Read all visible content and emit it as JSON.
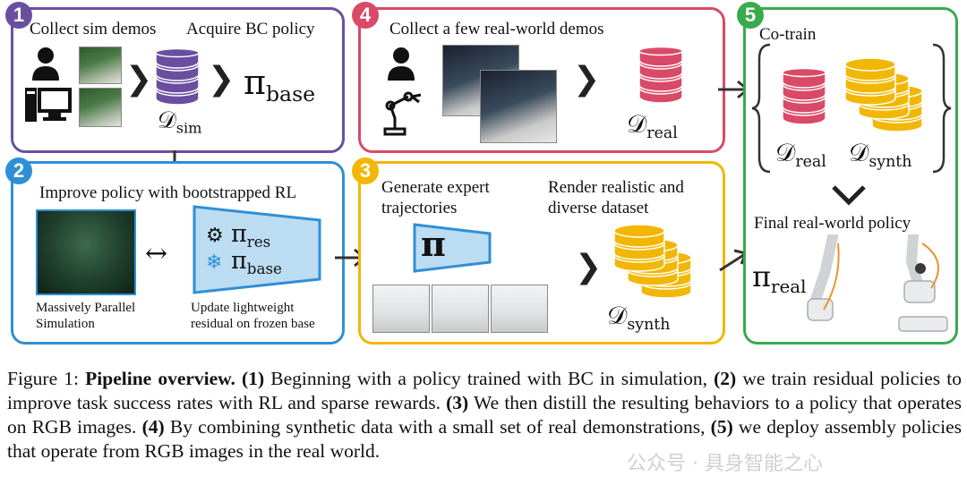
{
  "colors": {
    "purple": "#6a4fa0",
    "blue": "#2f8fd6",
    "yellow": "#f2b705",
    "pink": "#d94a68",
    "green": "#3aaa4c"
  },
  "panel1": {
    "badge": "1",
    "label_collect": "Collect sim demos",
    "label_acquire": "Acquire BC policy",
    "db_label_main": "𝒟",
    "db_label_sub": "sim",
    "policy_main": "π",
    "policy_sub": "base"
  },
  "panel2": {
    "badge": "2",
    "title": "Improve policy with bootstrapped RL",
    "sim_caption_line1": "Massively Parallel",
    "sim_caption_line2": "Simulation",
    "res_main": "π",
    "res_sub": "res",
    "base_main": "π",
    "base_sub": "base",
    "residual_caption_line1": "Update lightweight",
    "residual_caption_line2": "residual on frozen base",
    "swap_symbol": "↔"
  },
  "panel3": {
    "badge": "3",
    "label_generate_line1": "Generate expert",
    "label_generate_line2": "trajectories",
    "label_render_line1": "Render realistic and",
    "label_render_line2": "diverse dataset",
    "policy_symbol": "π",
    "db_label_main": "𝒟",
    "db_label_sub": "synth"
  },
  "panel4": {
    "badge": "4",
    "title": "Collect a few real-world demos",
    "db_label_main": "𝒟",
    "db_label_sub": "real"
  },
  "panel5": {
    "badge": "5",
    "cotrain": "Co-train",
    "real_main": "𝒟",
    "real_sub": "real",
    "synth_main": "𝒟",
    "synth_sub": "synth",
    "final": "Final real-world policy",
    "policy_main": "π",
    "policy_sub": "real"
  },
  "caption": {
    "prefix": "Figure 1: ",
    "bold_title": "Pipeline overview.",
    "s1_num": "(1)",
    "s1_text": " Beginning with a policy trained with BC in simulation, ",
    "s2_num": "(2)",
    "s2_text": " we train residual policies to improve task success rates with RL and sparse rewards. ",
    "s3_num": "(3)",
    "s3_text": " We then distill the resulting behaviors to a policy that operates on RGB images. ",
    "s4_num": "(4)",
    "s4_text": " By combining synthetic data with a small set of real demonstrations, ",
    "s5_num": "(5)",
    "s5_text": " we deploy assembly policies that operate from RGB images in the real world."
  },
  "watermark": "公众号 · 具身智能之心"
}
